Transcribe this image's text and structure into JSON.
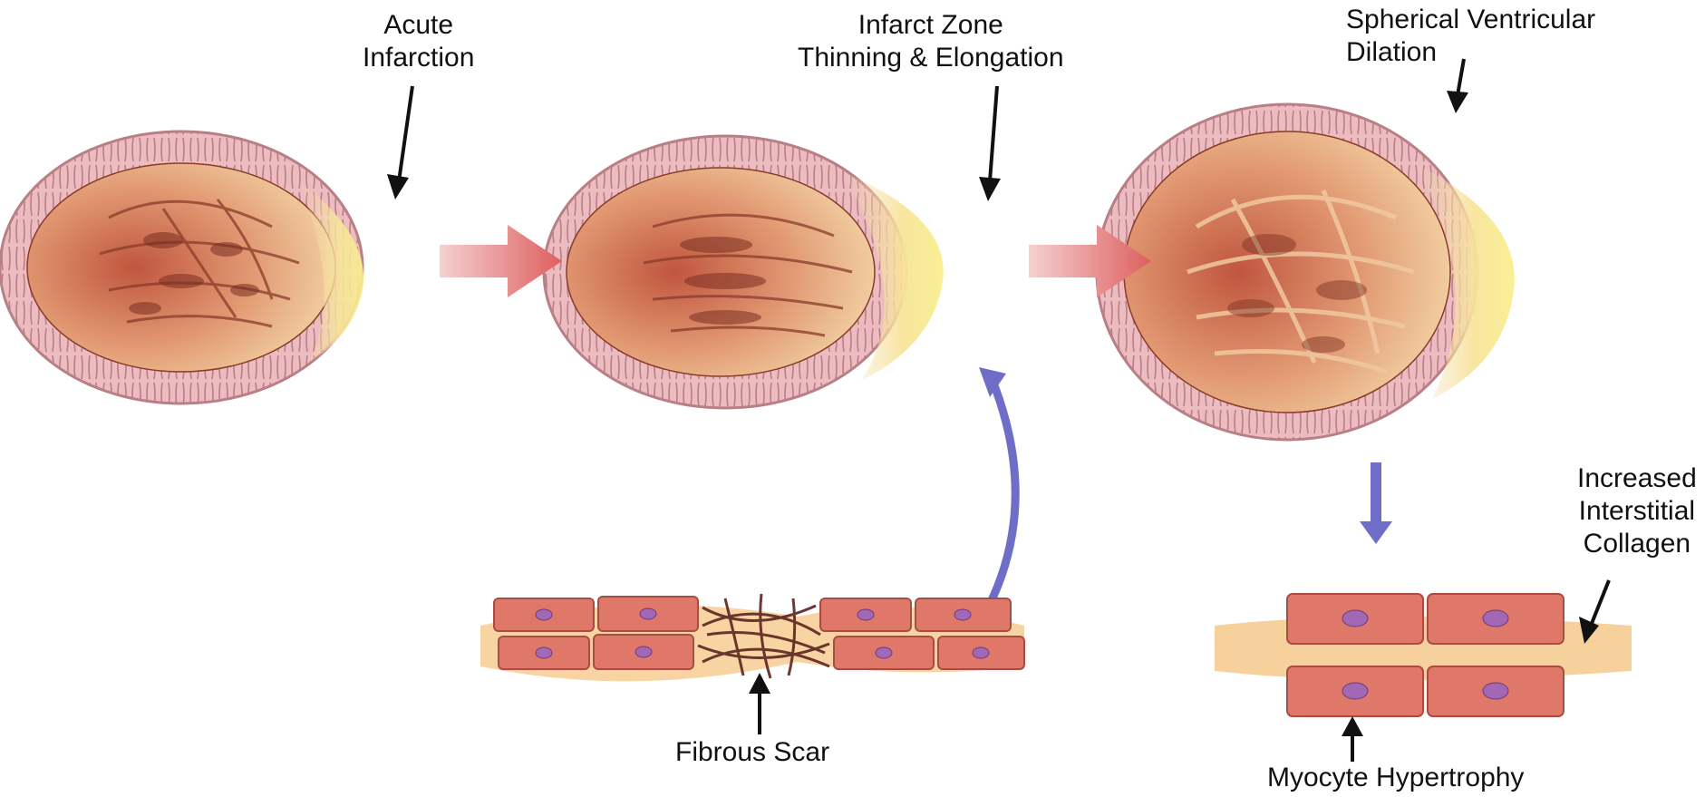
{
  "labels": {
    "acute_infarction": "Acute\nInfarction",
    "infarct_zone": "Infarct Zone\nThinning & Elongation",
    "spherical_dilation": "Spherical Ventricular\nDilation",
    "fibrous_scar": "Fibrous Scar",
    "interstitial_collagen": "Increased\nInterstitial\nCollagen",
    "myocyte_hypertrophy": "Myocyte Hypertrophy"
  },
  "colors": {
    "wall_pink": "#e8b4b8",
    "wall_stroke": "#b97f86",
    "cavity": "#d98a6a",
    "cavity_dark": "#8a3b2a",
    "infarct_yellow": "#f6e07a",
    "progression_arrow": "#e07070",
    "relation_arrow": "#6e6ec8",
    "cell_fill": "#e0786a",
    "nucleus": "#a368b5",
    "scar_fiber": "#5a2420",
    "pointer_arrow": "#111111"
  },
  "icons": {
    "progression_arrow": "right-arrow-icon",
    "relation_arrow": "double-headed-arrow-icon",
    "pointer": "down-arrow-icon"
  }
}
